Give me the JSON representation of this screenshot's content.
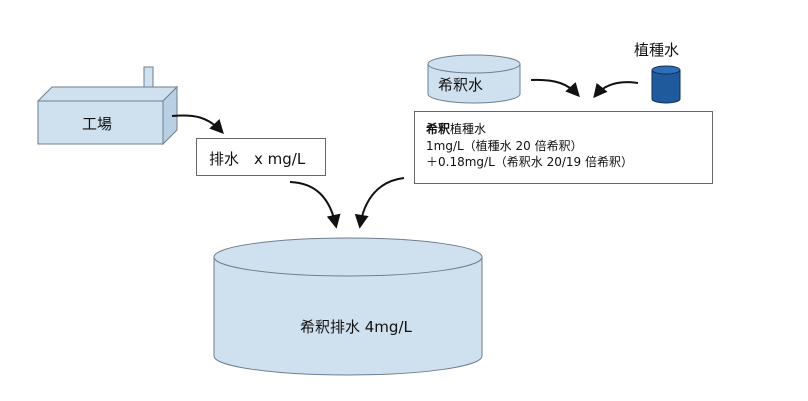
{
  "factory": {
    "label": "工場"
  },
  "effluent": {
    "label": "排水　x mg/L"
  },
  "dilution_water": {
    "label": "希釈水"
  },
  "seed_water": {
    "label": "植種水"
  },
  "seed_box": {
    "title_bold": "希釈",
    "title_rest": "植種水",
    "line1": "1mg/L（植種水 20 倍希釈）",
    "line2": "＋0.18mg/L（希釈水 20/19 倍希釈）"
  },
  "diluted_effluent": {
    "label": "希釈排水 4mg/L"
  },
  "colors": {
    "tank_fill": "#cfe0ef",
    "tank_stroke": "#6e7f8f",
    "bottle_fill": "#1f5a9c",
    "bottle_top": "#2f6fb6",
    "arrow": "#111111"
  }
}
